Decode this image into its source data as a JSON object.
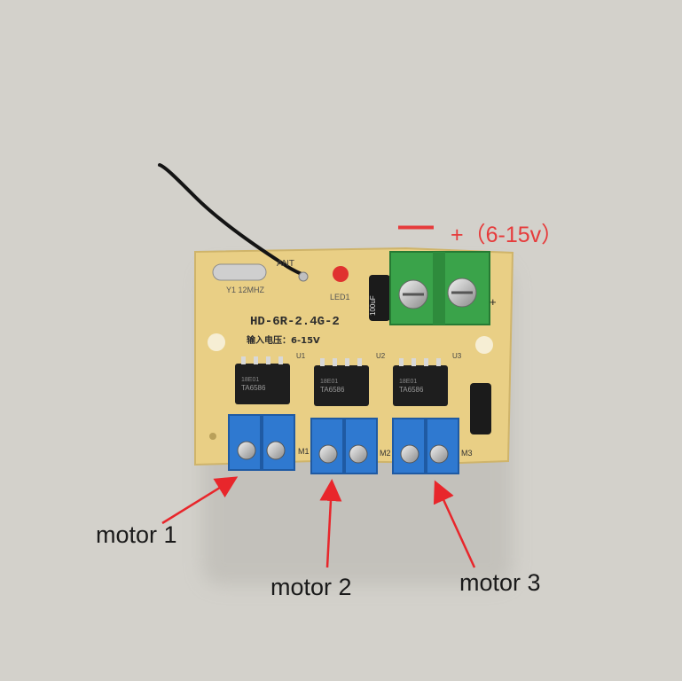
{
  "labels": {
    "minus": "—",
    "plus_range": "+（6-15v）",
    "motor1": "motor 1",
    "motor2": "motor 2",
    "motor3": "motor 3"
  },
  "board": {
    "model": "HD-6R-2.4G-2",
    "input_voltage": "输入电压：6-15V",
    "crystal": "Y1 12MHZ",
    "ant": "ANT",
    "led": "LED1",
    "chip_marks": [
      "TA6586",
      "TA6586",
      "TA6586"
    ],
    "chip_codes": [
      "18E01",
      "18E01",
      "18E01"
    ],
    "ic_refs": [
      "U1",
      "U2",
      "U3"
    ],
    "motor_refs": [
      "M1",
      "M2",
      "M3"
    ],
    "cap_text": "100uF",
    "plus_mark": "+"
  },
  "colors": {
    "background": "#d3d1cb",
    "pcb": "#e9cf85",
    "terminal_blue": "#2f79d0",
    "terminal_green": "#3aa34a",
    "label_red": "#e63b3b",
    "arrow_red": "#e8262b"
  }
}
